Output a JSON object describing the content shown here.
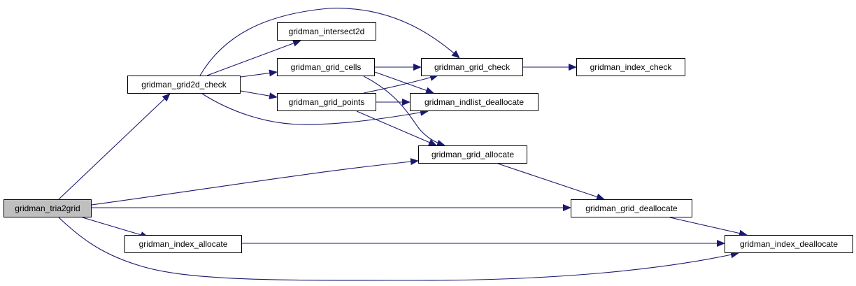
{
  "colors": {
    "edge": "#191970",
    "node_border": "#000000",
    "node_fill": "#ffffff",
    "root_fill": "#bfbfbf"
  },
  "nodes": {
    "tria2grid": "gridman_tria2grid",
    "grid2d_check": "gridman_grid2d_check",
    "intersect2d": "gridman_intersect2d",
    "grid_cells": "gridman_grid_cells",
    "grid_points": "gridman_grid_points",
    "grid_check": "gridman_grid_check",
    "index_check": "gridman_index_check",
    "indlist_deallocate": "gridman_indlist_deallocate",
    "grid_allocate": "gridman_grid_allocate",
    "grid_deallocate": "gridman_grid_deallocate",
    "index_allocate": "gridman_index_allocate",
    "index_deallocate": "gridman_index_deallocate"
  },
  "edges": [
    {
      "from": "tria2grid",
      "to": "grid2d_check"
    },
    {
      "from": "tria2grid",
      "to": "grid_allocate"
    },
    {
      "from": "tria2grid",
      "to": "grid_deallocate"
    },
    {
      "from": "tria2grid",
      "to": "index_allocate"
    },
    {
      "from": "tria2grid",
      "to": "index_deallocate"
    },
    {
      "from": "grid2d_check",
      "to": "intersect2d"
    },
    {
      "from": "grid2d_check",
      "to": "grid_cells"
    },
    {
      "from": "grid2d_check",
      "to": "grid_points"
    },
    {
      "from": "grid2d_check",
      "to": "grid_check"
    },
    {
      "from": "grid2d_check",
      "to": "indlist_deallocate"
    },
    {
      "from": "grid_cells",
      "to": "grid_check"
    },
    {
      "from": "grid_cells",
      "to": "indlist_deallocate"
    },
    {
      "from": "grid_cells",
      "to": "grid_allocate"
    },
    {
      "from": "grid_points",
      "to": "grid_check"
    },
    {
      "from": "grid_points",
      "to": "indlist_deallocate"
    },
    {
      "from": "grid_points",
      "to": "grid_allocate"
    },
    {
      "from": "grid_check",
      "to": "index_check"
    },
    {
      "from": "grid_allocate",
      "to": "grid_deallocate"
    },
    {
      "from": "grid_deallocate",
      "to": "index_deallocate"
    },
    {
      "from": "index_allocate",
      "to": "index_deallocate"
    }
  ]
}
